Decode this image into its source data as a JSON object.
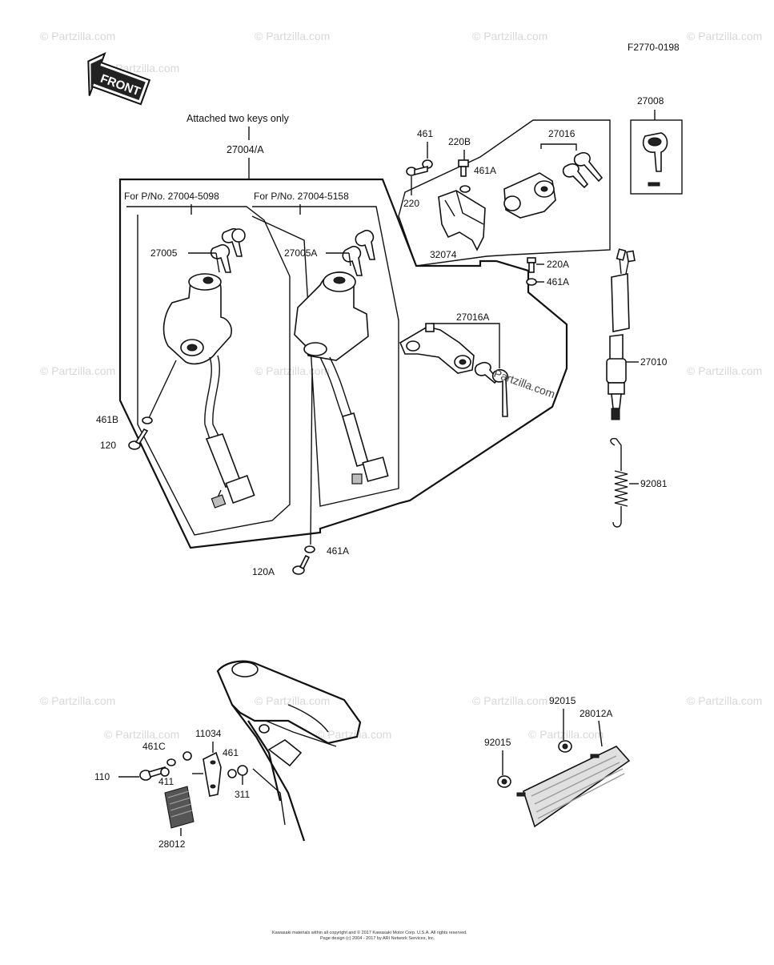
{
  "diagram_code": "F2770-0198",
  "front_label": "FRONT",
  "note": "Attached two keys only",
  "watermark": "© Partzilla.com",
  "watermark_center": "Partzilla.com",
  "copyright_line1": "Kawasaki materials within all copyright and © 2017 Kawasaki Motor Corp. U.S.A. All rights reserved.",
  "copyright_line2": "Page design (c) 2004 - 2017 by ARI Network Services, Inc.",
  "labels": {
    "p27004A": "27004/A",
    "for5098": "For P/No. 27004-5098",
    "for5158": "For P/No. 27004-5158",
    "p27005": "27005",
    "p27005A": "27005A",
    "p461B": "461B",
    "p120": "120",
    "p461A_bottom": "461A",
    "p120A": "120A",
    "p461_top": "461",
    "p220B": "220B",
    "p461A_top": "461A",
    "p220": "220",
    "p32074": "32074",
    "p27016": "27016",
    "p27008": "27008",
    "p220A": "220A",
    "p461A_mid": "461A",
    "p27016A": "27016A",
    "p27010": "27010",
    "p92081": "92081",
    "p11034": "11034",
    "p461C": "461C",
    "p461_low": "461",
    "p110": "110",
    "p411": "411",
    "p311": "311",
    "p28012": "28012",
    "p92015_a": "92015",
    "p92015_b": "92015",
    "p28012A": "28012A"
  }
}
